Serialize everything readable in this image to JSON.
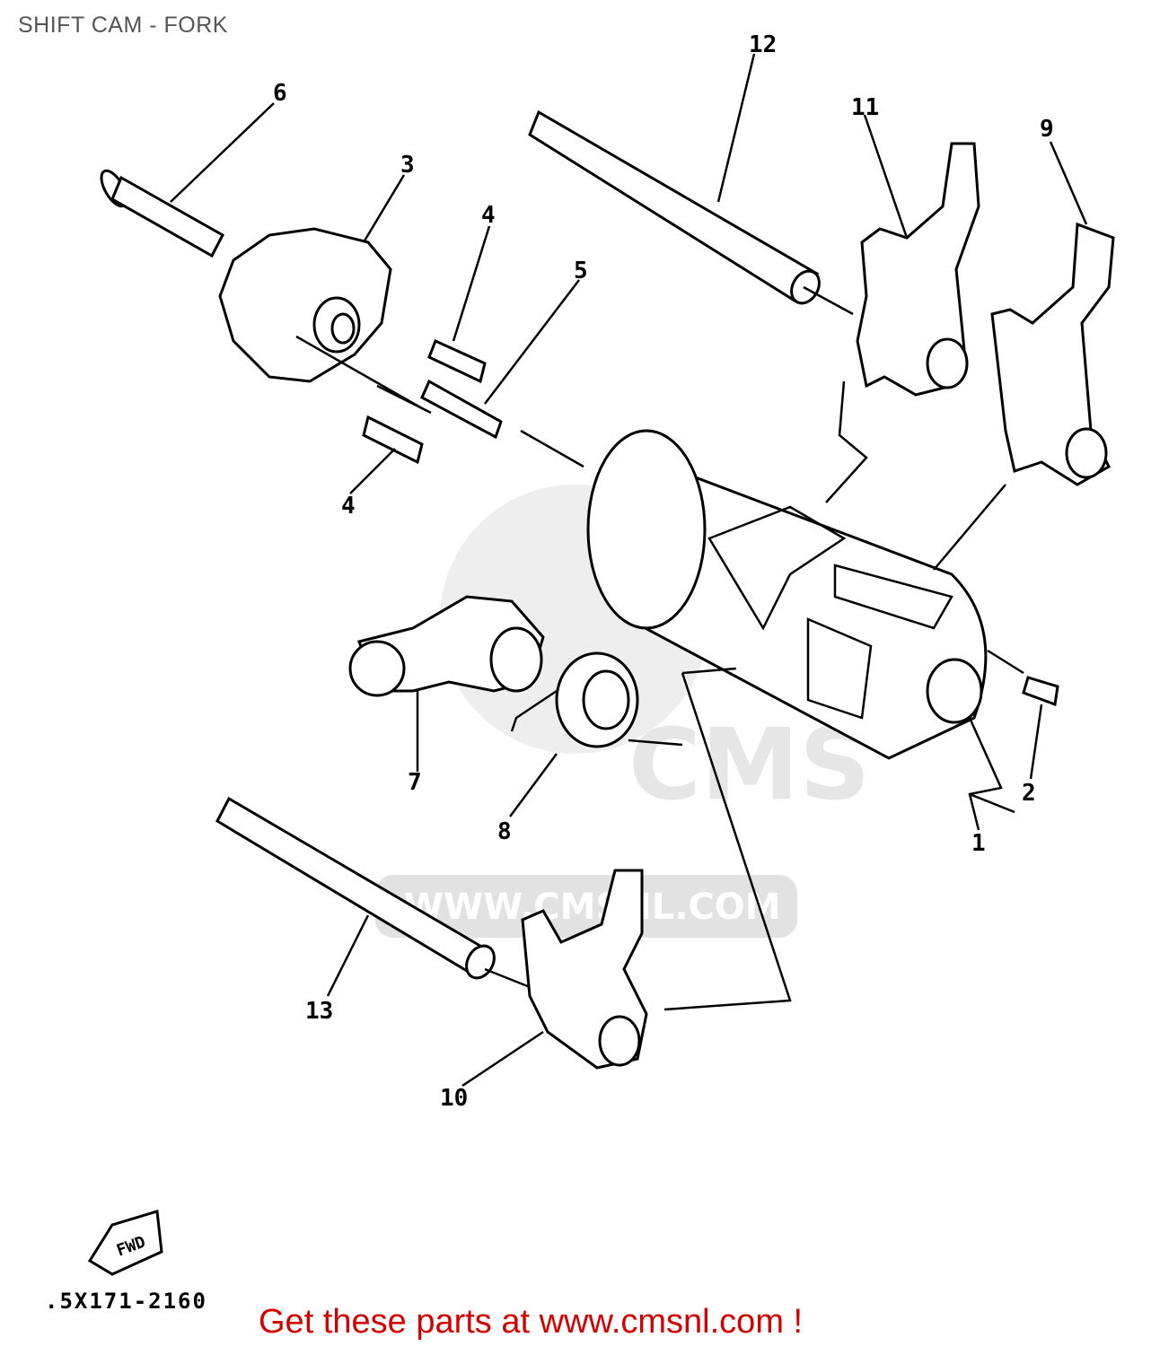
{
  "title": "SHIFT CAM - FORK",
  "callouts": {
    "p1": "1",
    "p2": "2",
    "p3": "3",
    "p4a": "4",
    "p4b": "4",
    "p5": "5",
    "p6": "6",
    "p7": "7",
    "p8": "8",
    "p9": "9",
    "p10": "10",
    "p11": "11",
    "p12": "12",
    "p13": "13"
  },
  "fwd_label": "FWD",
  "watermark": {
    "logo": "CMS",
    "url": "WWW.CMSNL.COM"
  },
  "diagram_code": ".5X171-2160",
  "cta": "Get these parts at www.cmsnl.com !",
  "colors": {
    "cta": "#d40000",
    "title": "#555555",
    "watermark": "#e2e2e2"
  }
}
